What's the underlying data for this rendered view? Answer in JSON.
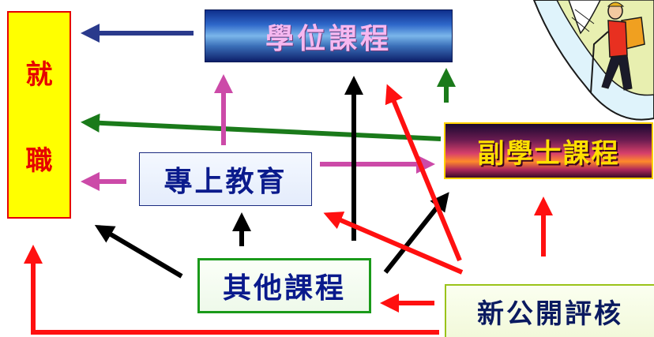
{
  "boxes": {
    "jobs": {
      "line1": "就",
      "line2": "職"
    },
    "degree": "學位課程",
    "associate_degree": "副學士課程",
    "post_secondary": "專上教育",
    "other_courses": "其他課程",
    "new_public_exam": "新公開評核"
  },
  "colors": {
    "jobs_fill": "#ffff00",
    "jobs_text": "#e60000",
    "degree_text": "#f6b8f0",
    "associate_text": "#ffe000",
    "box_text": "#0a1a8c",
    "arrow_navy": "#2a3a8c",
    "arrow_green": "#1a7a1a",
    "arrow_magenta": "#cc4aa8",
    "arrow_black": "#000000",
    "arrow_red": "#ff1010"
  },
  "icons": [
    "hiker-clipart"
  ]
}
